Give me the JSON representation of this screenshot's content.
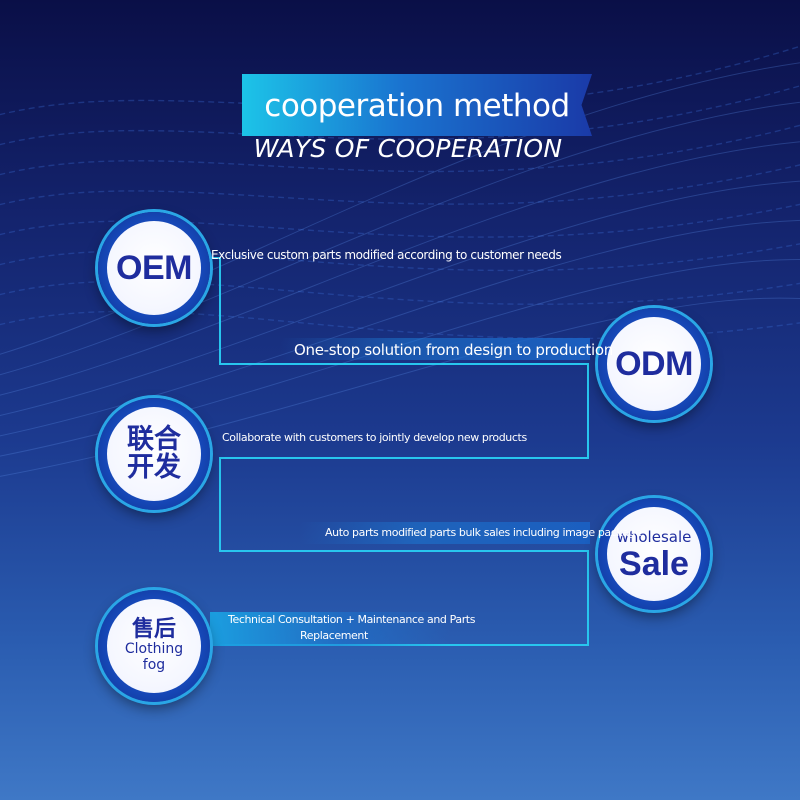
{
  "header": {
    "title": "cooperation method",
    "subtitle": "WAYS OF COOPERATION"
  },
  "colors": {
    "accent": "#1cc4e8",
    "badge_text": "#1f2d9e",
    "line": "#28c6ee"
  },
  "items": [
    {
      "badge_main": "OEM",
      "description": "Exclusive custom parts modified according to customer needs"
    },
    {
      "badge_main": "ODM",
      "description": "One-stop solution from design to production"
    },
    {
      "badge_main": "联合开发",
      "badge_line1": "联合",
      "badge_line2": "开发",
      "description": "Collaborate with customers to jointly develop new products"
    },
    {
      "badge_top": "wholesale",
      "badge_main": "Sale",
      "description": "Auto parts modified parts bulk sales including image package"
    },
    {
      "badge_main": "售后",
      "badge_sub1": "Clothing",
      "badge_sub2": "fog",
      "description_line1": "Technical Consultation + Maintenance and Parts",
      "description_line2": "Replacement"
    }
  ]
}
